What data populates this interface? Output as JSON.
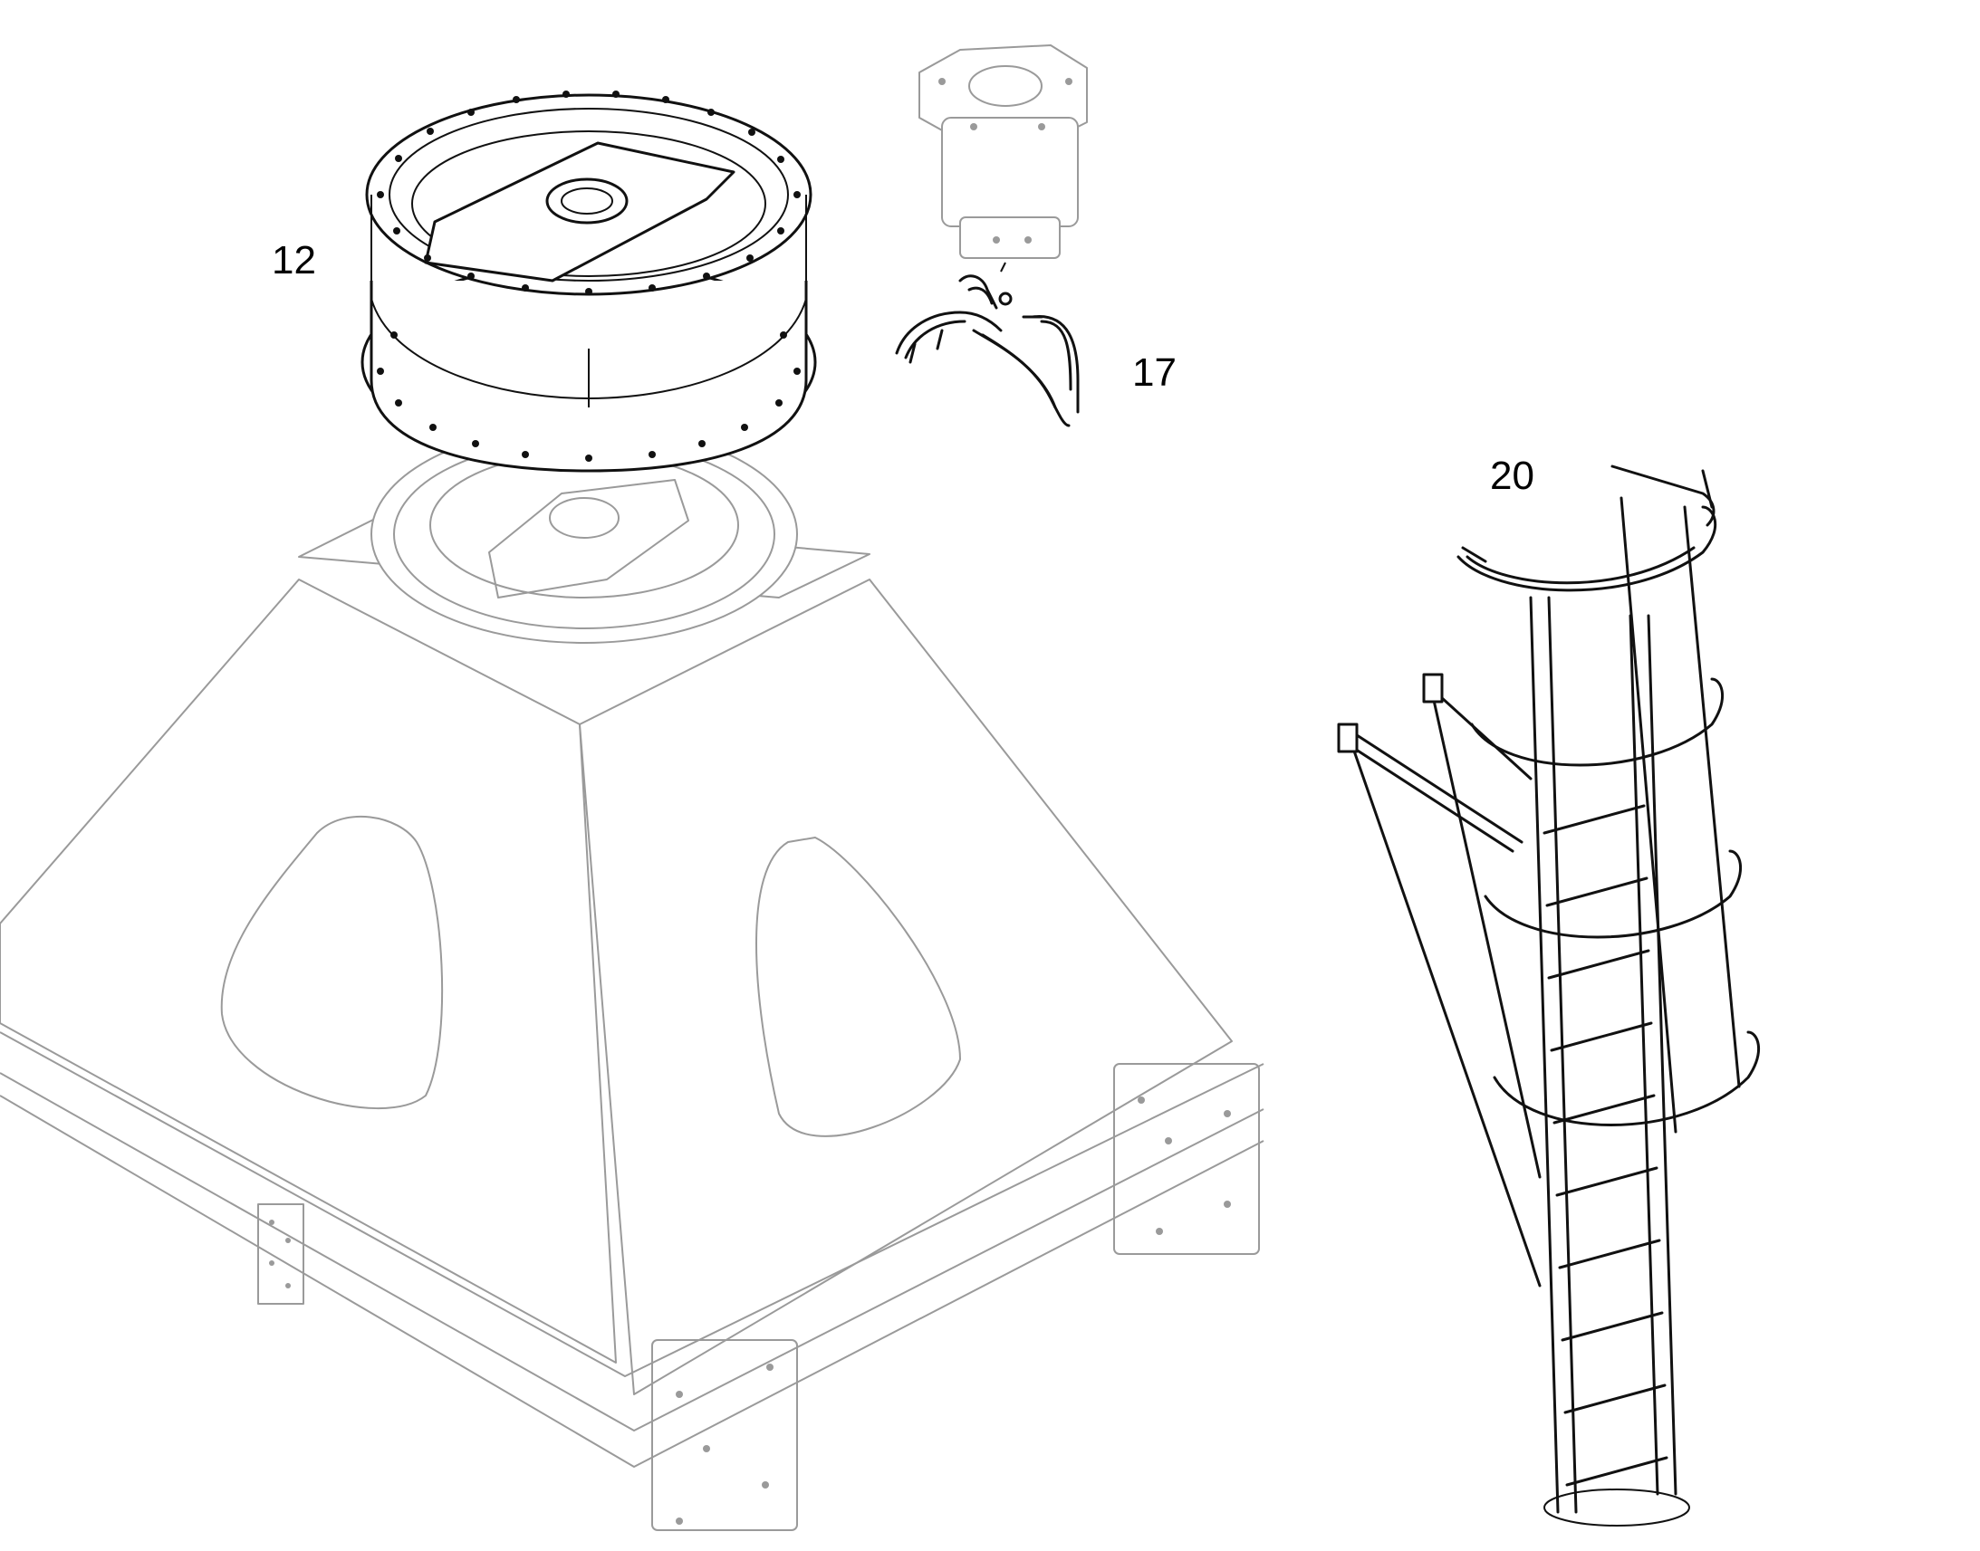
{
  "callouts": {
    "part_12": "12",
    "part_17": "17",
    "part_20": "20"
  },
  "icons": [
    "yaw-bearing-ring",
    "yaw-motor",
    "hydraulic-hoses",
    "ladder-with-safety-cage",
    "nacelle-base-frame"
  ],
  "colors": {
    "ink": "#111111",
    "ghost": "#9a9a9a",
    "background": "#ffffff"
  }
}
